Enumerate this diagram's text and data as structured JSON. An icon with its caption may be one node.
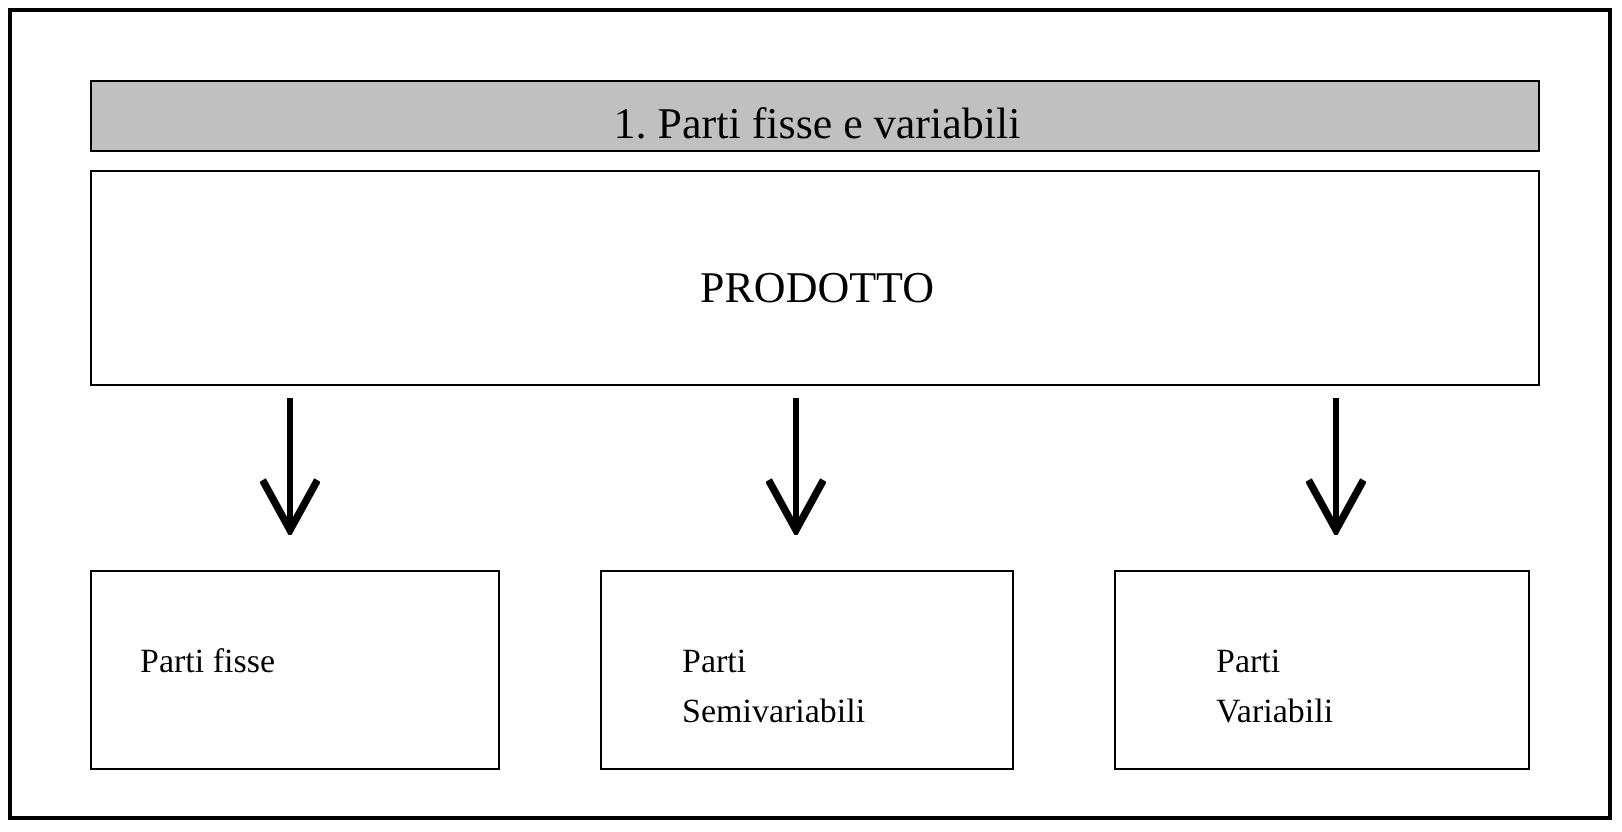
{
  "diagram": {
    "nodes": [
      {
        "text": [
          "1. Parti fisse e variabili"
        ]
      },
      {
        "text": [
          "PRODOTTO"
        ]
      },
      {
        "text": [
          "Parti fisse"
        ]
      },
      {
        "text": [
          "Parti Semivariabili"
        ]
      },
      {
        "text": [
          "Parti Variabili"
        ]
      }
    ],
    "edges": [
      {
        "from": 1,
        "to": 2,
        "arrow": "to"
      },
      {
        "from": 1,
        "to": 3,
        "arrow": "to"
      },
      {
        "from": 1,
        "to": 4,
        "arrow": "to"
      }
    ]
  }
}
